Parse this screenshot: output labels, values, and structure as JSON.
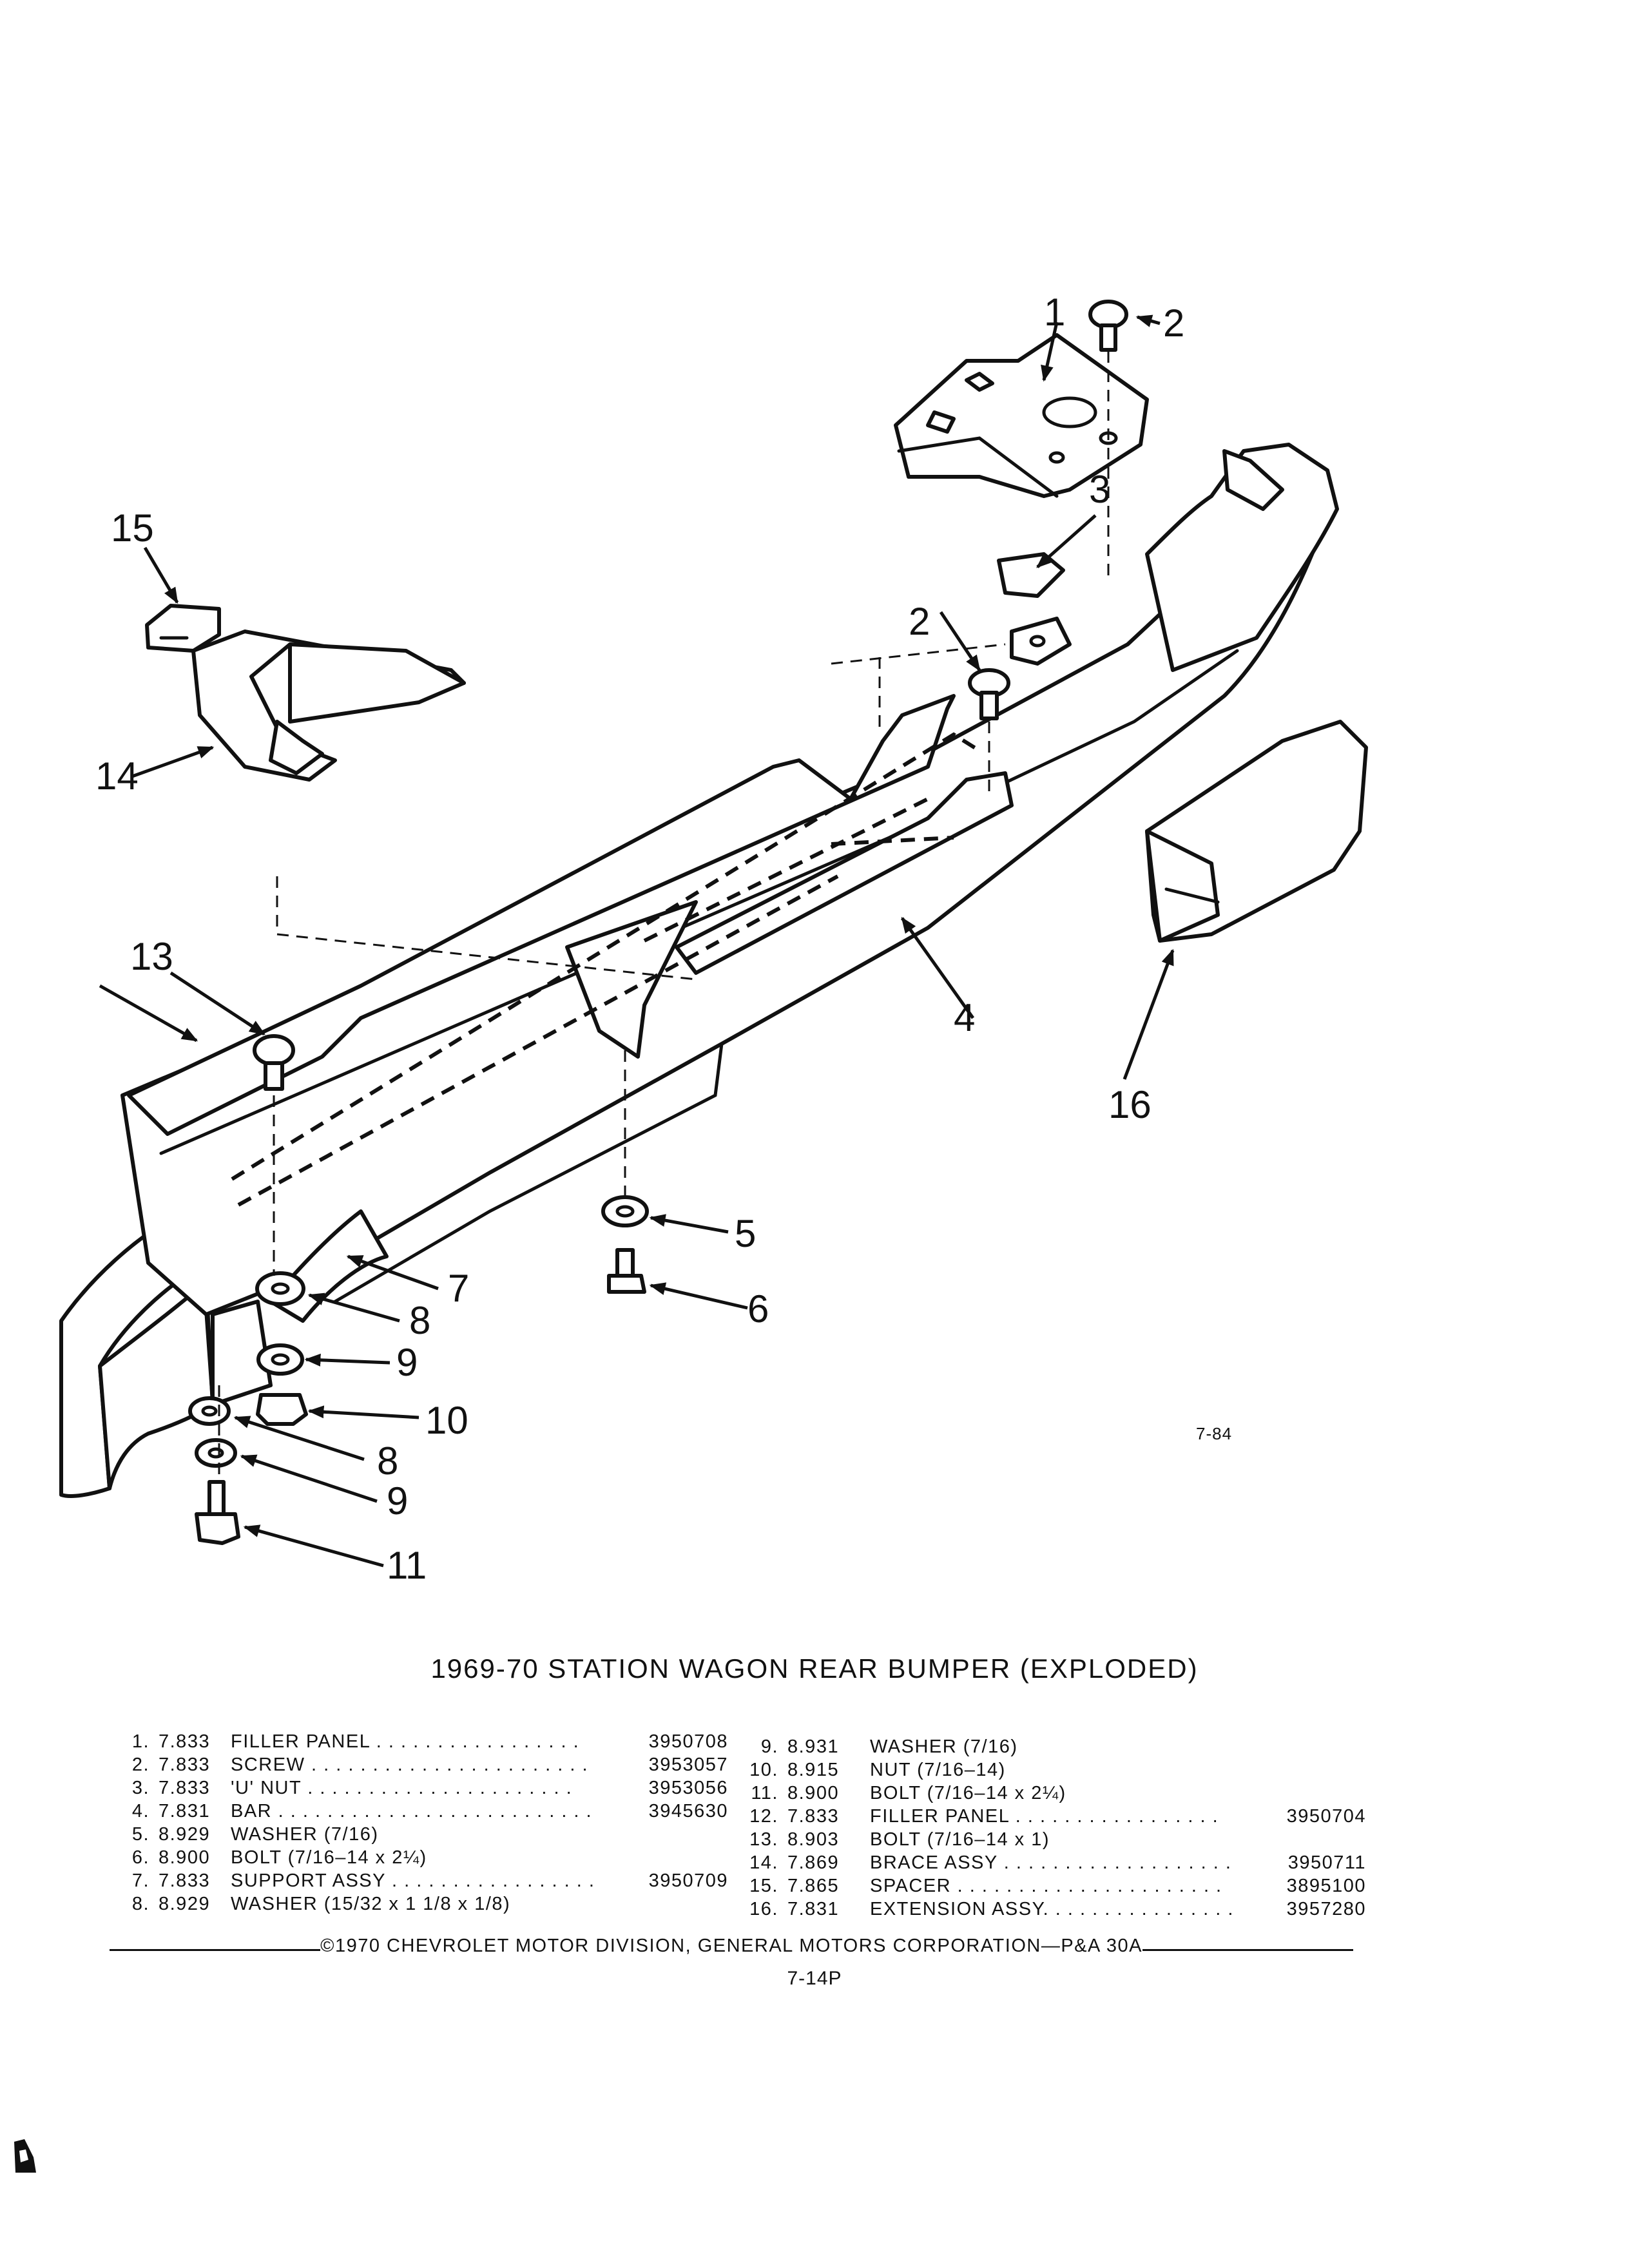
{
  "callouts": {
    "c1": "1",
    "c2a": "2",
    "c2b": "2",
    "c3": "3",
    "c4": "4",
    "c5": "5",
    "c6": "6",
    "c7": "7",
    "c8a": "8",
    "c8b": "8",
    "c9a": "9",
    "c9b": "9",
    "c10": "10",
    "c11": "11",
    "c13": "13",
    "c14": "14",
    "c15": "15",
    "c16": "16"
  },
  "figure_code": "7-84",
  "title": "1969-70 STATION WAGON REAR BUMPER (EXPLODED)",
  "parts_left": [
    {
      "num": "1.",
      "code": "7.833",
      "desc": "FILLER PANEL . . . . . . . . . . . . . . . . .",
      "part": "3950708"
    },
    {
      "num": "2.",
      "code": "7.833",
      "desc": "SCREW . . . . . . . . . . . . . . . . . . . . . . .",
      "part": "3953057"
    },
    {
      "num": "3.",
      "code": "7.833",
      "desc": "'U' NUT . . . . . . . . . . . . . . . . . . . . . .",
      "part": "3953056"
    },
    {
      "num": "4.",
      "code": "7.831",
      "desc": "BAR . . . . . . . . . . . . . . . . . . . . . . . . . .",
      "part": "3945630"
    },
    {
      "num": "5.",
      "code": "8.929",
      "desc": "WASHER (7/16)",
      "part": ""
    },
    {
      "num": "6.",
      "code": "8.900",
      "desc": "BOLT (7/16–14 x 2¼)",
      "part": ""
    },
    {
      "num": "7.",
      "code": "7.833",
      "desc": "SUPPORT ASSY . . . . . . . . . . . . . . . . .",
      "part": "3950709"
    },
    {
      "num": "8.",
      "code": "8.929",
      "desc": "WASHER (15/32 x 1 1/8 x 1/8)",
      "part": ""
    }
  ],
  "parts_right": [
    {
      "num": "9.",
      "code": "8.931",
      "desc": "WASHER (7/16)",
      "part": ""
    },
    {
      "num": "10.",
      "code": "8.915",
      "desc": "NUT (7/16–14)",
      "part": ""
    },
    {
      "num": "11.",
      "code": "8.900",
      "desc": "BOLT (7/16–14 x 2¼)",
      "part": ""
    },
    {
      "num": "12.",
      "code": "7.833",
      "desc": "FILLER PANEL . . . . . . . . . . . . . . . . .",
      "part": "3950704"
    },
    {
      "num": "13.",
      "code": "8.903",
      "desc": "BOLT (7/16–14 x 1)",
      "part": ""
    },
    {
      "num": "14.",
      "code": "7.869",
      "desc": "BRACE ASSY . . . . . . . . . . . . . . . . . . .",
      "part": "3950711"
    },
    {
      "num": "15.",
      "code": "7.865",
      "desc": "SPACER . . . . . . . . . . . . . . . . . . . . . .",
      "part": "3895100"
    },
    {
      "num": "16.",
      "code": "7.831",
      "desc": "EXTENSION ASSY. . . . . . . . . . . . . . . .",
      "part": "3957280"
    }
  ],
  "copyright": "©1970 CHEVROLET MOTOR DIVISION, GENERAL MOTORS CORPORATION—P&A 30A",
  "page_number": "7-14P"
}
